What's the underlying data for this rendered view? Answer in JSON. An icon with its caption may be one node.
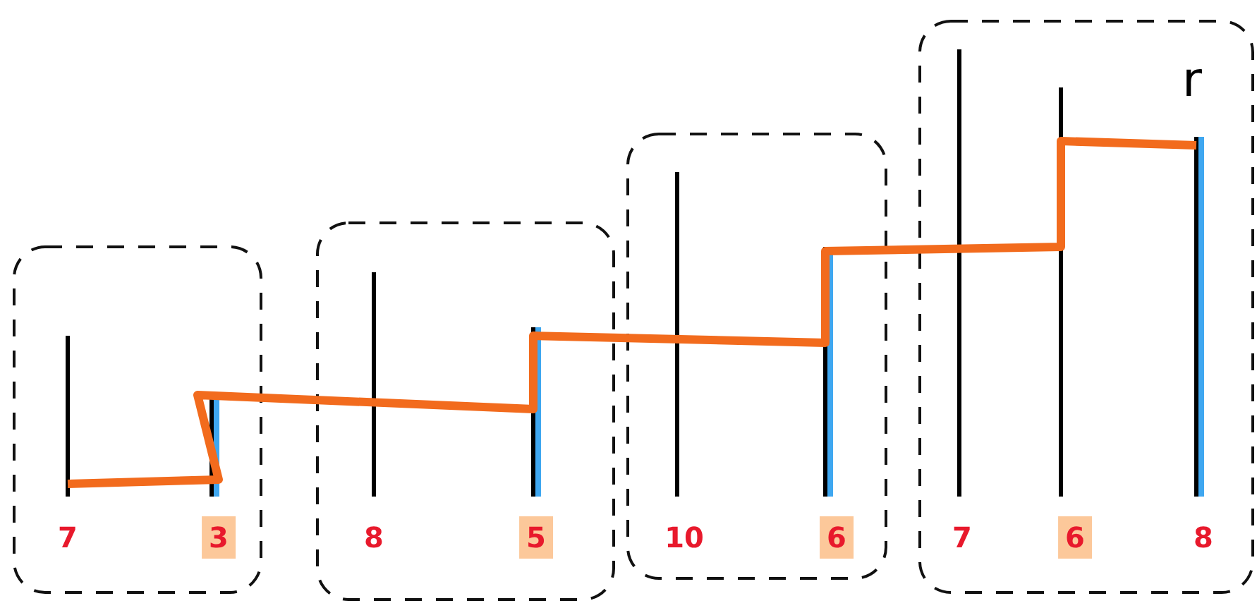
{
  "diagram": {
    "labels": [
      "r",
      "7",
      "3",
      "8",
      "5",
      "10",
      "6",
      "7",
      "6",
      "8"
    ]
  }
}
